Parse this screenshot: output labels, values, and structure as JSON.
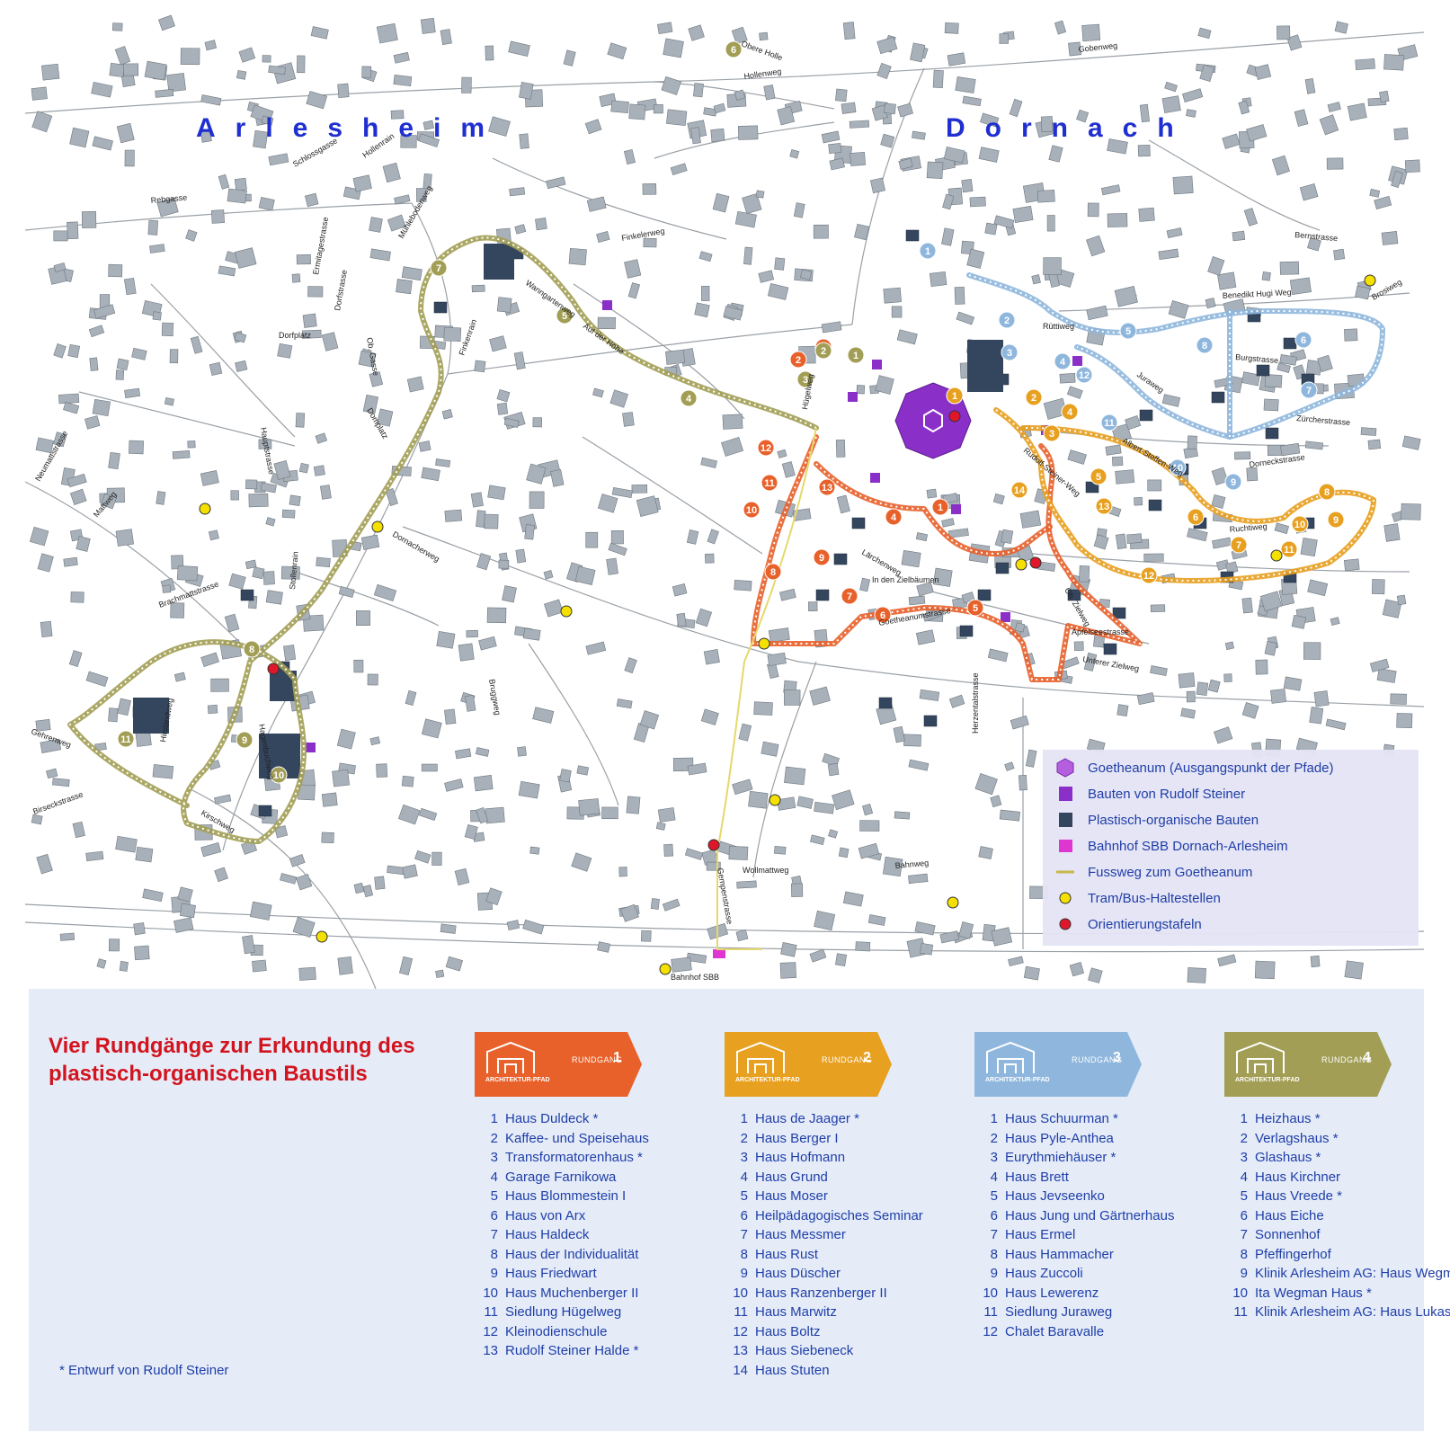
{
  "map": {
    "town_arlesheim": "Arlesheim",
    "town_dornach": "Dornach",
    "streets": [
      "Obere Holle",
      "Hollenweg",
      "Gobenweg",
      "Schlossgasse",
      "Rebgasse",
      "Hollenrain",
      "Mühlebodenweg",
      "Finkelerweg",
      "Wanngartenweg",
      "Bernstrasse",
      "Benedikt Hugi Weg",
      "Brosiweg",
      "Rüttiweg",
      "Burgstrasse",
      "Juraweg",
      "Zürcherstrasse",
      "Dorneckstrasse",
      "Albert-Steffen-Weg",
      "Rudolf-Steiner-Weg",
      "Ruchtiweg",
      "Auf der Höhe",
      "Finkenrain",
      "Hügelweg",
      "Dorfplatz",
      "Domplatz",
      "Ob. Gasse",
      "Ermitagestrasse",
      "Dorfstrasse",
      "Hauptstrasse",
      "Neumattstrasse",
      "Mattweg",
      "Brachmattstrasse",
      "Stollenrain",
      "Dornacherweg",
      "Lärchenweg",
      "In den Zielbäumen",
      "Goetheanumstrasse",
      "Ob. Zielweg",
      "Unterer Zielweg",
      "Apfelseestrasse",
      "Bruggweg",
      "Hirslandweg",
      "Gehrenweg",
      "Kirschweg",
      "Birseckstrasse",
      "Hagenbuchweg",
      "Gempenstrasse",
      "Bahnweg",
      "Wollmattweg",
      "Herzentalstrasse",
      "Bahnhof SBB"
    ],
    "route_markers": {
      "r1": [
        "1",
        "2",
        "3",
        "4",
        "5",
        "6",
        "7",
        "8",
        "9",
        "10",
        "11",
        "12",
        "13"
      ],
      "r2": [
        "1",
        "2",
        "3",
        "4",
        "5",
        "6",
        "7",
        "8",
        "9",
        "10",
        "11",
        "12",
        "13",
        "14"
      ],
      "r3": [
        "1",
        "2",
        "3",
        "4",
        "5",
        "6",
        "7",
        "8",
        "9",
        "10",
        "11",
        "12"
      ],
      "r4": [
        "1",
        "2",
        "3",
        "4",
        "5",
        "6",
        "7",
        "8",
        "9",
        "10",
        "11"
      ]
    }
  },
  "legend": {
    "items": [
      "Goetheanum (Ausgangspunkt der Pfade)",
      "Bauten von Rudolf Steiner",
      "Plastisch-organische Bauten",
      "Bahnhof SBB Dornach-Arlesheim",
      "Fussweg zum Goetheanum",
      "Tram/Bus-Haltestellen",
      "Orientierungstafeln"
    ]
  },
  "colors": {
    "route1": "#e8612b",
    "route2": "#e8a020",
    "route3": "#8fb7dd",
    "route4": "#a29e55",
    "steiner": "#8b2fc9",
    "organic": "#34455e",
    "building": "#a8b1b9",
    "station": "#e036d1",
    "footpath": "#e6d86a",
    "stop": "#f5e000",
    "board": "#e0162b",
    "town_label": "#1f2fd0",
    "text": "#1f3ea8",
    "headline": "#d2141e"
  },
  "panel": {
    "headline": "Vier Rundgänge zur Erkundung des plastisch-organischen Baustils",
    "footnote": "* Entwurf von Rudolf Steiner",
    "banner_logo": "ARCHITEKTUR-PFAD",
    "banner_label": "RUNDGANG",
    "routes": [
      {
        "number": "1",
        "items": [
          "Haus Duldeck *",
          "Kaffee- und Speisehaus",
          "Transformatorenhaus *",
          "Garage Farnikowa",
          "Haus Blommestein I",
          "Haus von Arx",
          "Haus Haldeck",
          "Haus der Individualität",
          "Haus Friedwart",
          "Haus Muchenberger II",
          "Siedlung Hügelweg",
          "Kleinodienschule",
          "Rudolf Steiner Halde *"
        ]
      },
      {
        "number": "2",
        "items": [
          "Haus de Jaager *",
          "Haus Berger I",
          "Haus Hofmann",
          "Haus Grund",
          "Haus Moser",
          "Heilpädagogisches Seminar",
          "Haus Messmer",
          "Haus Rust",
          "Haus Düscher",
          "Haus Ranzenberger II",
          "Haus Marwitz",
          "Haus Boltz",
          "Haus Siebeneck",
          "Haus Stuten"
        ]
      },
      {
        "number": "3",
        "items": [
          "Haus Schuurman *",
          "Haus Pyle-Anthea",
          "Eurythmiehäuser *",
          "Haus Brett",
          "Haus Jevseenko",
          "Haus Jung und Gärtnerhaus",
          "Haus Ermel",
          "Haus Hammacher",
          "Haus Zuccoli",
          "Haus Lewerenz",
          "Siedlung Juraweg",
          "Chalet Baravalle"
        ]
      },
      {
        "number": "4",
        "items": [
          "Heizhaus *",
          "Verlagshaus *",
          "Glashaus *",
          "Haus Kirchner",
          "Haus Vreede *",
          "Haus Eiche",
          "Sonnenhof",
          "Pfeffingerhof",
          "Klinik Arlesheim AG: Haus Wegman",
          "Ita Wegman Haus *",
          "Klinik Arlesheim AG: Haus Lukas"
        ]
      }
    ]
  }
}
